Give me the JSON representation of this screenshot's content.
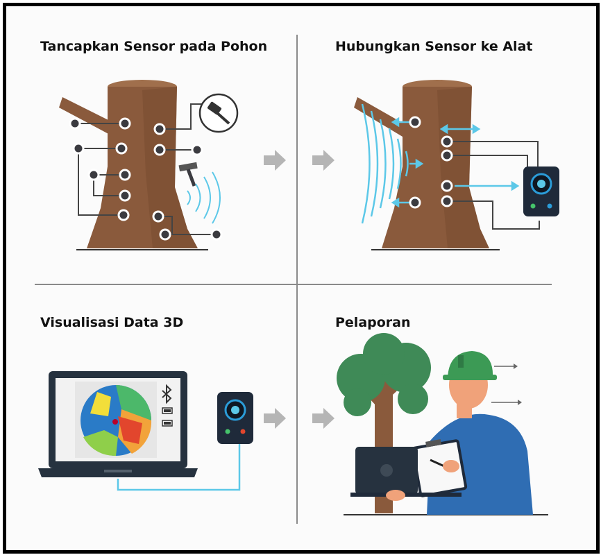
{
  "panels": [
    {
      "title": "Tancapkan Sensor pada Pohon"
    },
    {
      "title": "Hubungkan Sensor ke Alat"
    },
    {
      "title": "Visualisasi Data 3D"
    },
    {
      "title": "Pelaporan"
    }
  ],
  "icons": {
    "hammer": "hammer-icon",
    "bluetooth": "bluetooth-icon",
    "battery": "battery-icon",
    "arrow": "right-arrow-icon"
  },
  "colors": {
    "trunk": "#8a5a3c",
    "trunk_light": "#a06f4c",
    "sensor": "#3b3b40",
    "wire": "#444444",
    "signal": "#5cc8e8",
    "device": "#1f2a3a",
    "device_ring": "#2b9cd8",
    "tree_leaves": "#3f8a57",
    "worker_shirt": "#2f6db3",
    "helmet": "#3c9a55",
    "skin": "#f0a27a",
    "gray_arrow": "#b5b5b5"
  }
}
